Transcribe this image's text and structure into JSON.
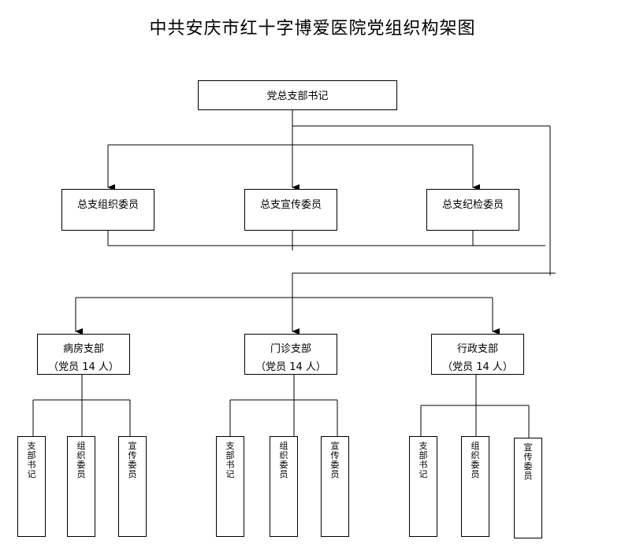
{
  "title": "中共安庆市红十字博爱医院党组织构架图",
  "top": {
    "label": "党总支部书记"
  },
  "committee": [
    {
      "label": "总支组织委员"
    },
    {
      "label": "总支宣传委员"
    },
    {
      "label": "总支纪检委员"
    }
  ],
  "branches": [
    {
      "name": "病房支部",
      "members": "（党员 14 人）",
      "roles": [
        "支部书记",
        "组织委员",
        "宣传委员"
      ]
    },
    {
      "name": "门诊支部",
      "members": "（党员 14 人）",
      "roles": [
        "支部书记",
        "组织委员",
        "宣传委员"
      ]
    },
    {
      "name": "行政支部",
      "members": "（党员 14 人）",
      "roles": [
        "支部书记",
        "组织委员",
        "宣传委员"
      ]
    }
  ]
}
